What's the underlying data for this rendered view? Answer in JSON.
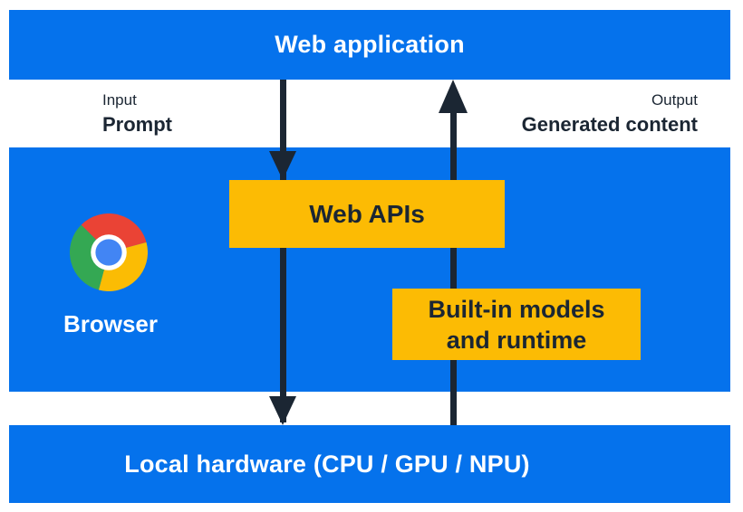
{
  "colors": {
    "background": "#ffffff",
    "band_blue": "#0572ec",
    "box_yellow": "#fcbb04",
    "dark_navy": "#1b2633",
    "text_white": "#ffffff",
    "chrome_red": "#ea4335",
    "chrome_yellow": "#fbbc04",
    "chrome_green": "#34a853",
    "chrome_blue": "#4285f4"
  },
  "top_bar": {
    "label": "Web application"
  },
  "flow_labels": {
    "input_title": "Input",
    "input_value": "Prompt",
    "output_title": "Output",
    "output_value": "Generated content"
  },
  "browser_section": {
    "icon": "chrome-browser-logo",
    "browser_label": "Browser",
    "web_apis_label": "Web APIs",
    "models_label_line1": "Built-in models",
    "models_label_line2": "and runtime"
  },
  "bottom_bar": {
    "label": "Local hardware (CPU / GPU / NPU)"
  }
}
